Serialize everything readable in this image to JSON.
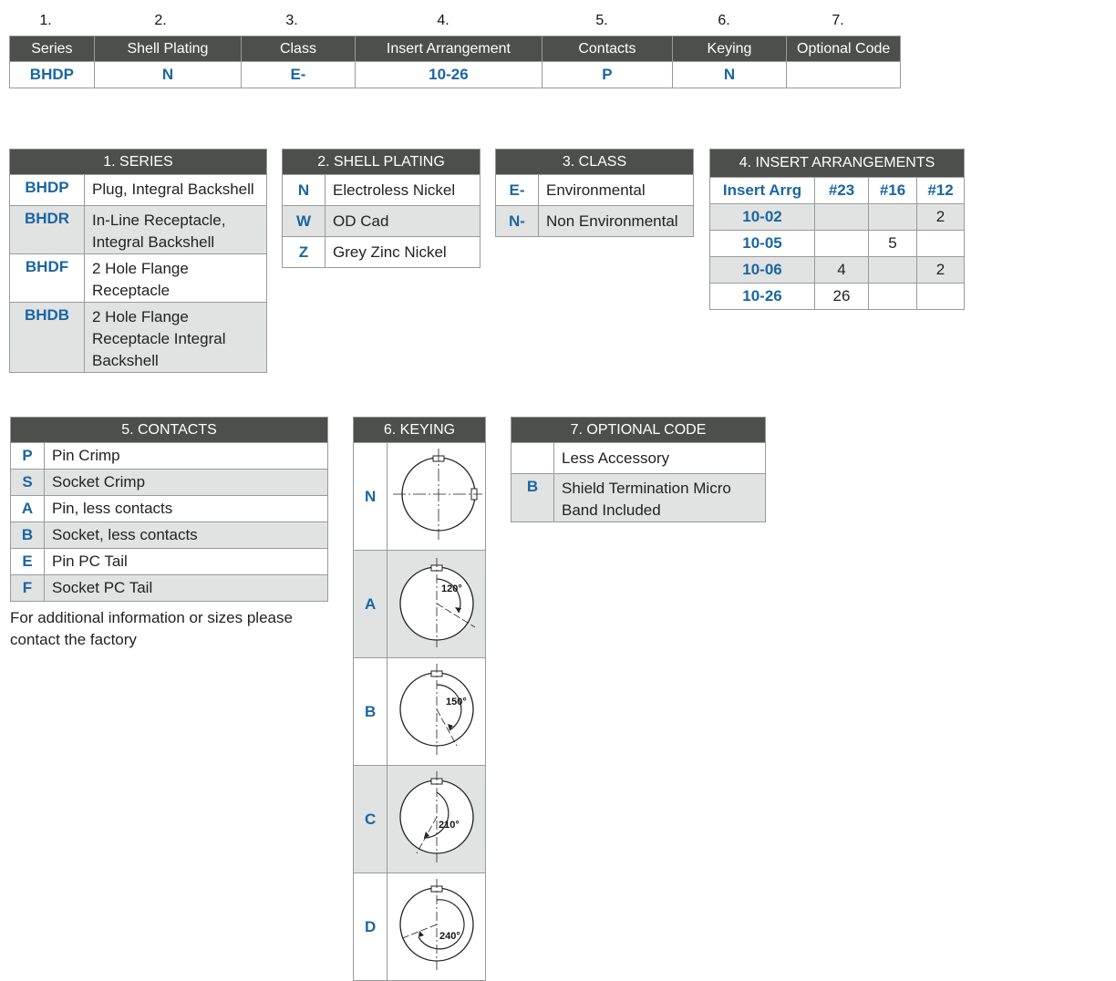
{
  "order": {
    "numbers": [
      "1.",
      "2.",
      "3.",
      "4.",
      "5.",
      "6.",
      "7."
    ],
    "headers": [
      "Series",
      "Shell Plating",
      "Class",
      "Insert Arrangement",
      "Contacts",
      "Keying",
      "Optional Code"
    ],
    "values": [
      "BHDP",
      "N",
      "E-",
      "10-26",
      "P",
      "N",
      ""
    ]
  },
  "series": {
    "title": "1. SERIES",
    "rows": [
      {
        "code": "BHDP",
        "desc": "Plug, Integral Backshell"
      },
      {
        "code": "BHDR",
        "desc": "In-Line Receptacle, Integral Backshell"
      },
      {
        "code": "BHDF",
        "desc": "2 Hole Flange Receptacle"
      },
      {
        "code": "BHDB",
        "desc": "2 Hole Flange Receptacle Integral Backshell"
      }
    ]
  },
  "plating": {
    "title": "2. SHELL PLATING",
    "rows": [
      {
        "code": "N",
        "desc": "Electroless Nickel"
      },
      {
        "code": "W",
        "desc": "OD Cad"
      },
      {
        "code": "Z",
        "desc": "Grey Zinc Nickel"
      }
    ]
  },
  "class": {
    "title": "3. CLASS",
    "rows": [
      {
        "code": "E-",
        "desc": "Environmental"
      },
      {
        "code": "N-",
        "desc": "Non Environmental"
      }
    ]
  },
  "inserts": {
    "title": "4. INSERT ARRANGEMENTS",
    "columns": [
      "Insert Arrg",
      "#23",
      "#16",
      "#12"
    ],
    "rows": [
      [
        "10-02",
        "",
        "",
        "2"
      ],
      [
        "10-05",
        "",
        "5",
        ""
      ],
      [
        "10-06",
        "4",
        "",
        "2"
      ],
      [
        "10-26",
        "26",
        "",
        ""
      ]
    ]
  },
  "contacts": {
    "title": "5. CONTACTS",
    "rows": [
      {
        "code": "P",
        "desc": "Pin Crimp"
      },
      {
        "code": "S",
        "desc": "Socket Crimp"
      },
      {
        "code": "A",
        "desc": "Pin, less contacts"
      },
      {
        "code": "B",
        "desc": "Socket, less contacts"
      },
      {
        "code": "E",
        "desc": "Pin PC Tail"
      },
      {
        "code": "F",
        "desc": "Socket PC Tail"
      }
    ],
    "note": "For additional information or sizes please contact the factory"
  },
  "keying": {
    "title": "6. KEYING",
    "rows": [
      {
        "code": "N",
        "angle": ""
      },
      {
        "code": "A",
        "angle": "120°"
      },
      {
        "code": "B",
        "angle": "150°"
      },
      {
        "code": "C",
        "angle": "210°"
      },
      {
        "code": "D",
        "angle": "240°"
      }
    ]
  },
  "optional": {
    "title": "7. OPTIONAL CODE",
    "rows": [
      {
        "code": "",
        "desc": "Less Accessory"
      },
      {
        "code": "B",
        "desc": "Shield Termination Micro Band Included"
      }
    ]
  },
  "colors": {
    "header_bg": "#4d4f4c",
    "code_blue": "#1a66a3",
    "shade": "#e1e2e2"
  }
}
